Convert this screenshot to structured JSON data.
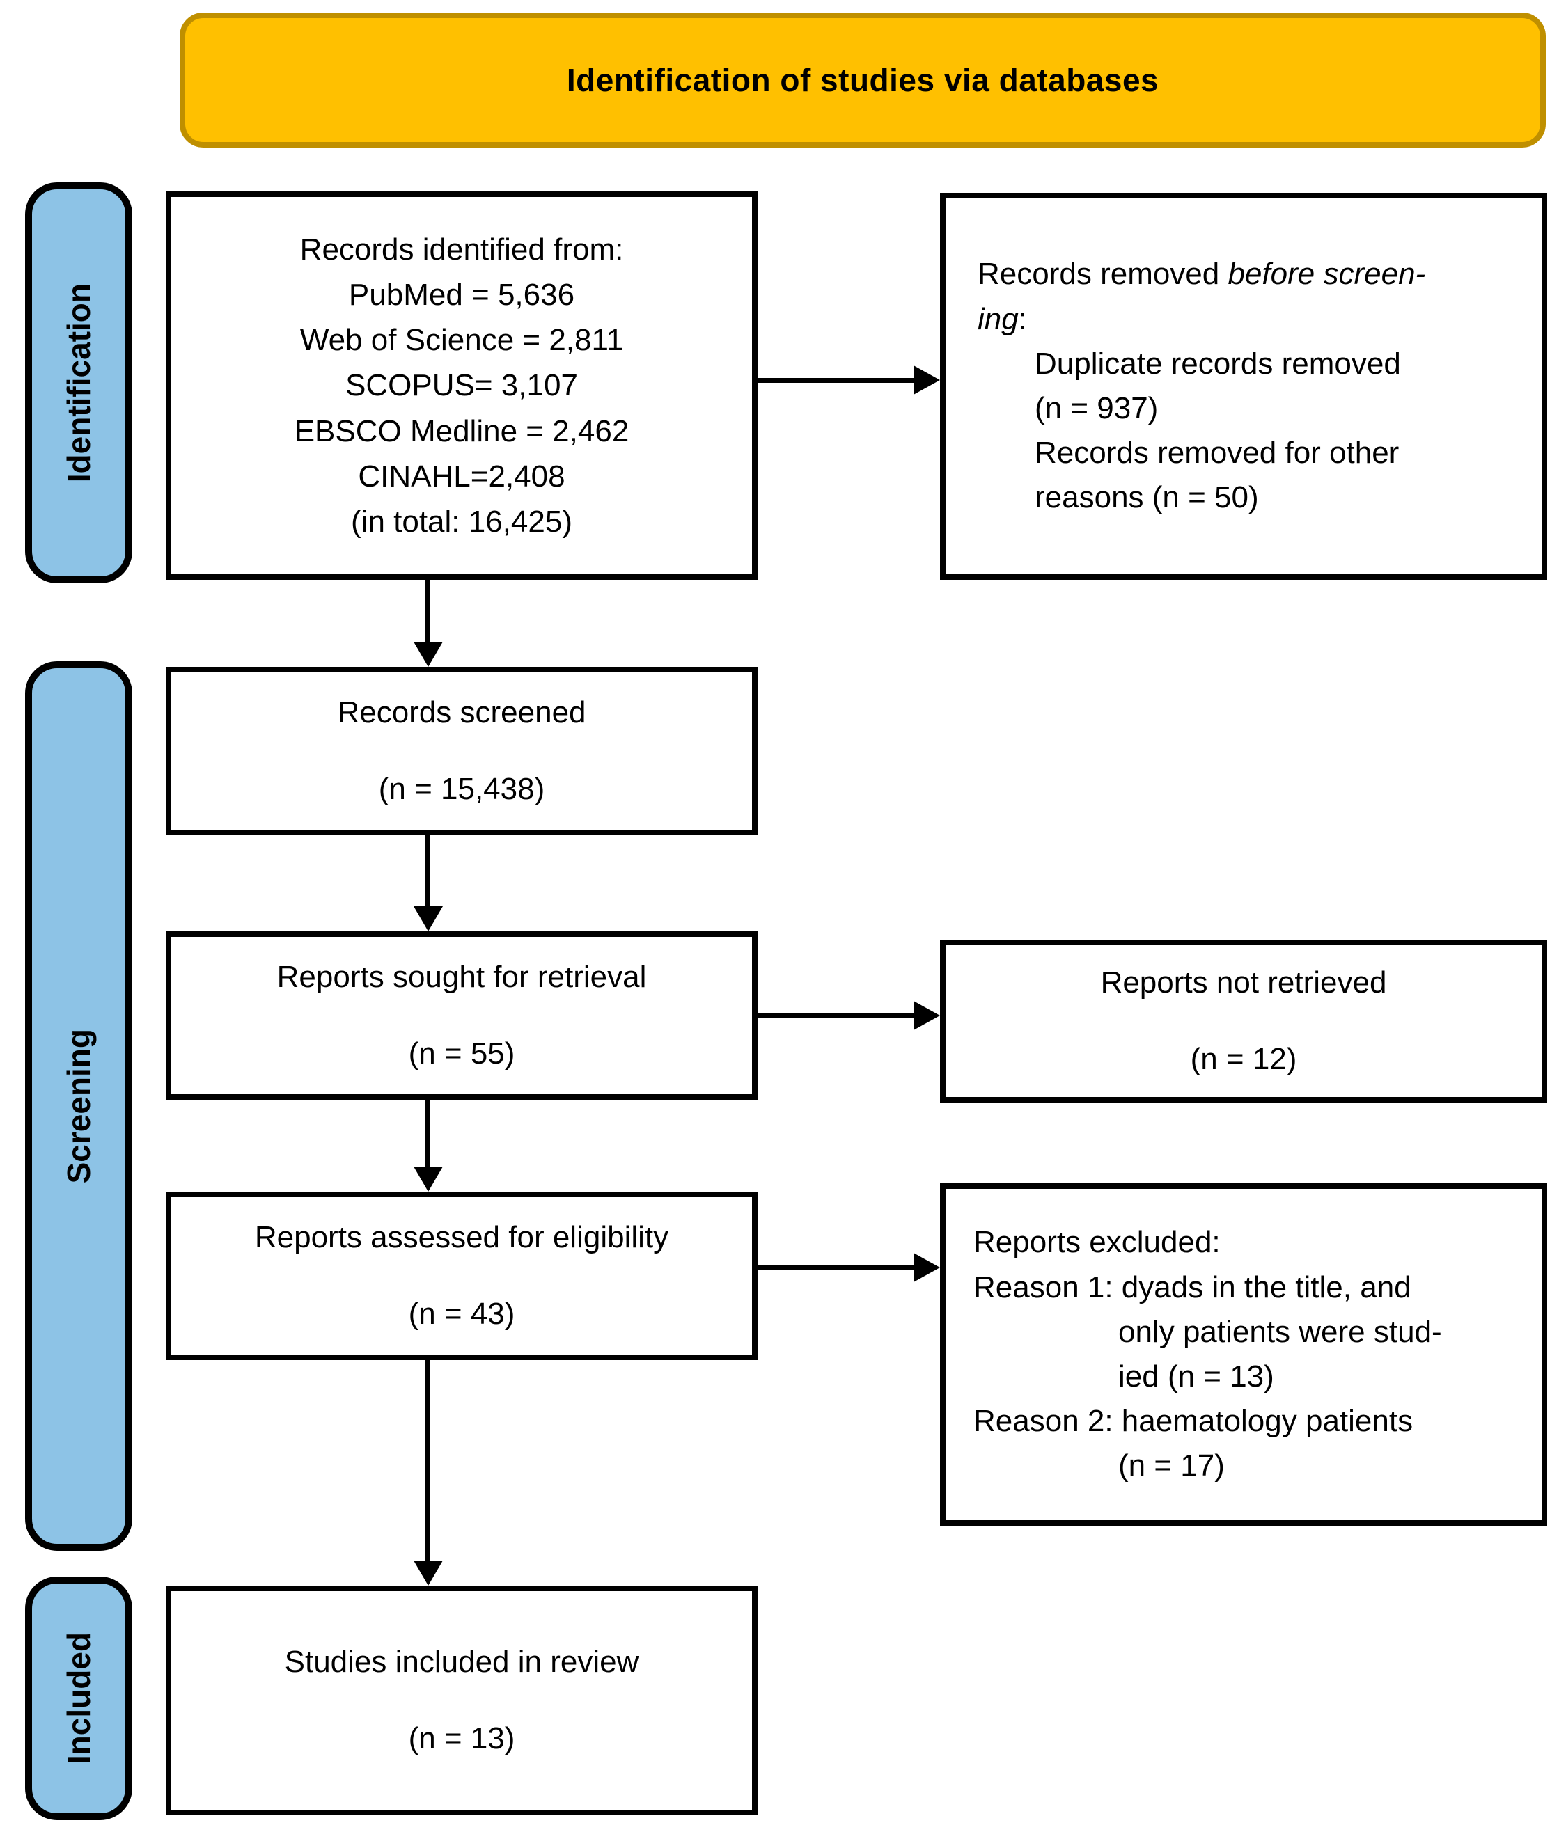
{
  "banner": {
    "title": "Identification of studies via databases"
  },
  "stages": {
    "identification": "Identification",
    "screening": "Screening",
    "included": "Included"
  },
  "boxes": {
    "records_identified": {
      "lines": [
        "Records identified from:",
        "PubMed = 5,636",
        "Web of Science = 2,811",
        "SCOPUS= 3,107",
        "EBSCO Medline = 2,462",
        "CINAHL=2,408",
        "(in total: 16,425)"
      ]
    },
    "records_removed": {
      "intro_regular": "Records removed ",
      "intro_italic_part1": "before screen-",
      "intro_italic_part2": "ing",
      "intro_tail": ":",
      "detail_lines": [
        "Duplicate records removed",
        "(n = 937)",
        "Records removed for other",
        "reasons (n = 50)"
      ]
    },
    "records_screened": {
      "label": "Records screened",
      "count": "(n = 15,438)"
    },
    "reports_sought": {
      "label": "Reports sought for retrieval",
      "count": "(n = 55)"
    },
    "reports_not_retrieved": {
      "label": "Reports not retrieved",
      "count": "(n = 12)"
    },
    "reports_assessed": {
      "label": "Reports assessed for eligibility",
      "count": "(n = 43)"
    },
    "reports_excluded": {
      "header": "Reports excluded:",
      "rows": [
        {
          "text": "Reason 1: dyads in the title, and"
        },
        {
          "text": "only patients were stud-"
        },
        {
          "text": "ied (n = 13)"
        },
        {
          "text": "Reason 2: haematology patients"
        },
        {
          "text": "(n = 17)"
        }
      ]
    },
    "studies_included": {
      "label": "Studies included in review",
      "count": "(n = 13)"
    }
  },
  "colors": {
    "banner_fill": "#FFC000",
    "banner_border": "#BF8F00",
    "stage_fill": "#8DC3E6",
    "box_border": "#000000",
    "arrow": "#000000"
  }
}
